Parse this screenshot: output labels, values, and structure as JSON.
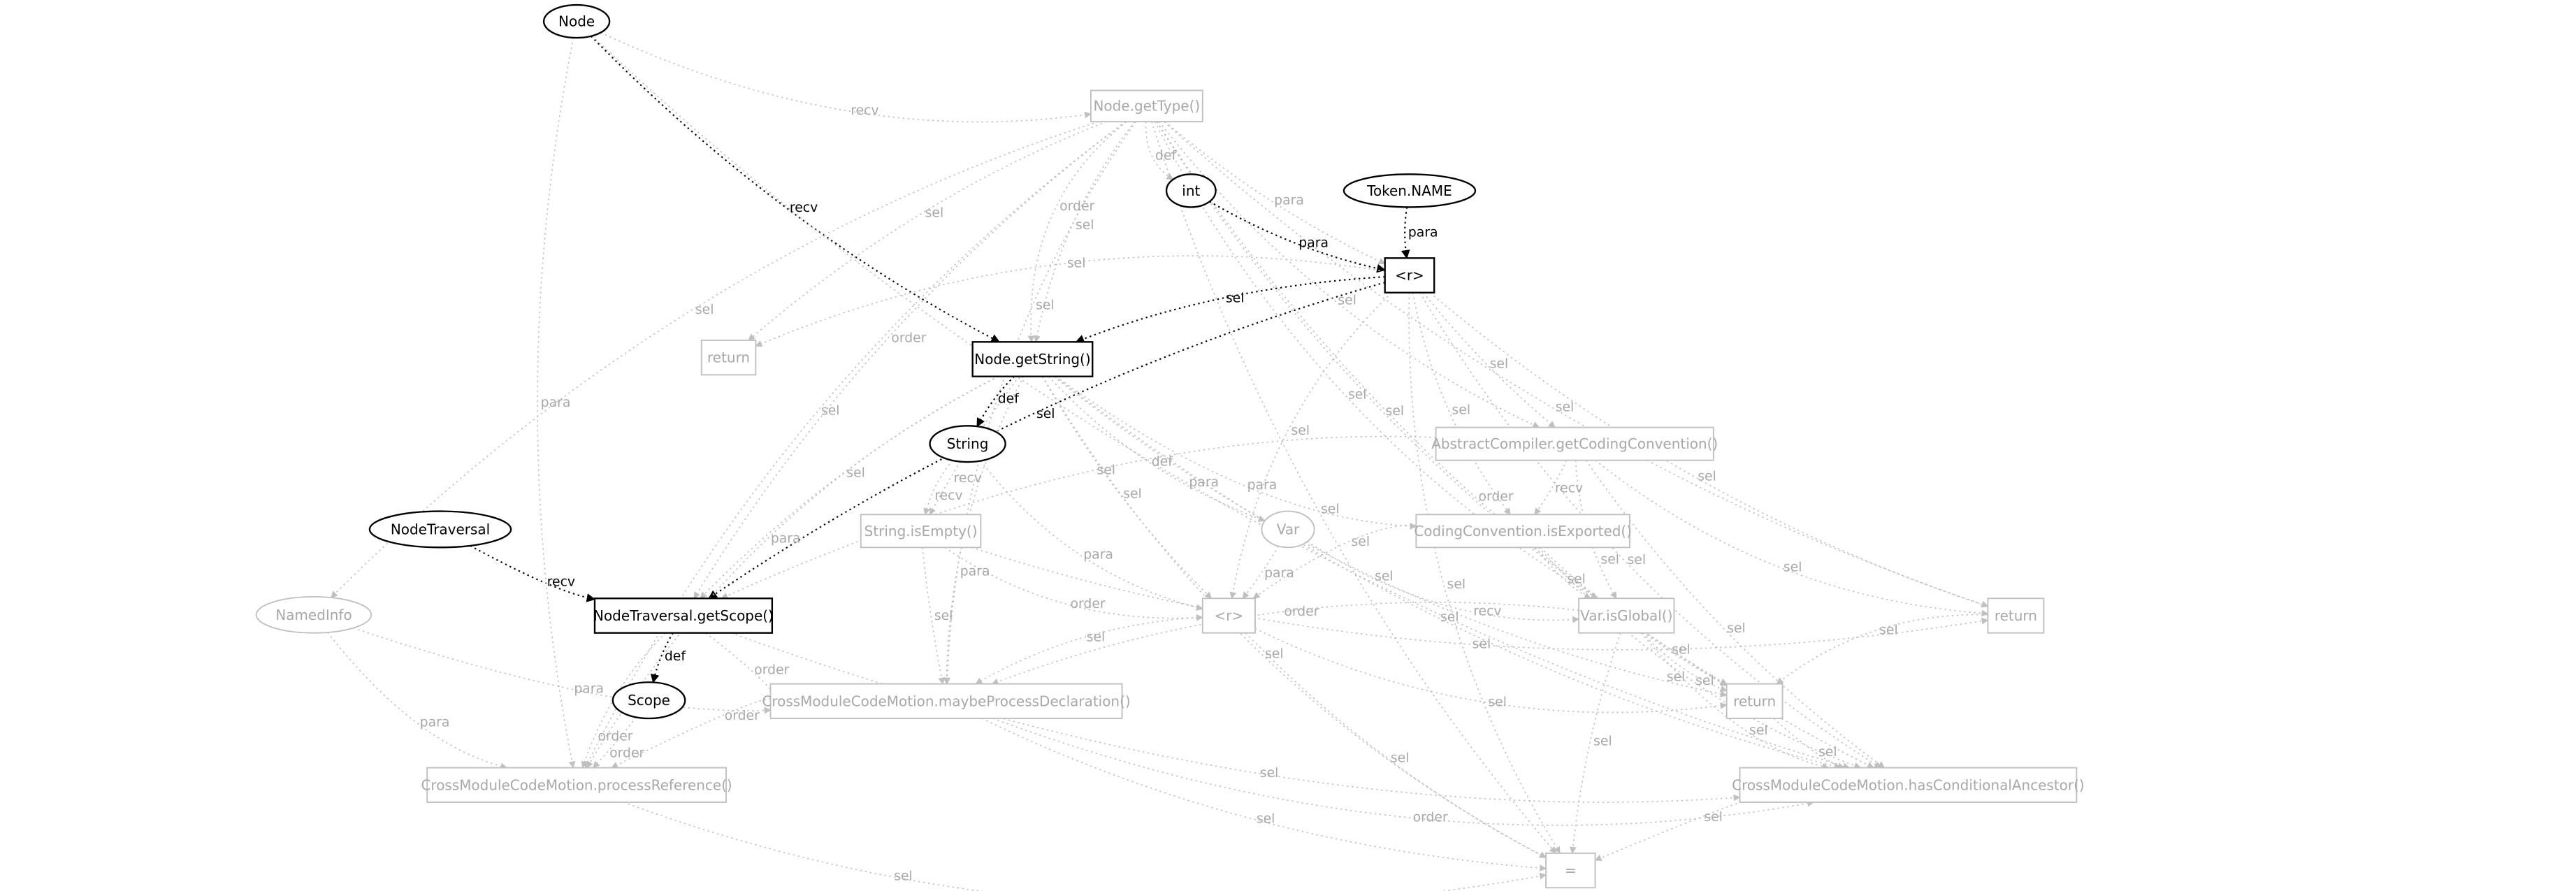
{
  "colors": {
    "active": "#000000",
    "inactive": "#c0c0c0",
    "inactive_text": "#a8a8a8",
    "background": "#ffffff"
  },
  "nodes": {
    "node": {
      "label": "Node",
      "shape": "ellipse",
      "active": true
    },
    "getType": {
      "label": "Node.getType()",
      "shape": "box",
      "active": false
    },
    "int": {
      "label": "int",
      "shape": "ellipse",
      "active": true
    },
    "tokenName": {
      "label": "Token.NAME",
      "shape": "ellipse",
      "active": true
    },
    "r1": {
      "label": "<r>",
      "shape": "box",
      "active": true
    },
    "return1": {
      "label": "return",
      "shape": "box",
      "active": false
    },
    "getString": {
      "label": "Node.getString()",
      "shape": "box",
      "active": true
    },
    "string": {
      "label": "String",
      "shape": "ellipse",
      "active": true
    },
    "getCodingConvention": {
      "label": "AbstractCompiler.getCodingConvention()",
      "shape": "box",
      "active": false
    },
    "nodeTraversal": {
      "label": "NodeTraversal",
      "shape": "ellipse",
      "active": true
    },
    "isEmpty": {
      "label": "String.isEmpty()",
      "shape": "box",
      "active": false
    },
    "var": {
      "label": "Var",
      "shape": "ellipse",
      "active": false
    },
    "isExported": {
      "label": "CodingConvention.isExported()",
      "shape": "box",
      "active": false
    },
    "namedInfo": {
      "label": "NamedInfo",
      "shape": "ellipse",
      "active": false
    },
    "getScope": {
      "label": "NodeTraversal.getScope()",
      "shape": "box",
      "active": true
    },
    "r2": {
      "label": "<r>",
      "shape": "box",
      "active": false
    },
    "isGlobal": {
      "label": "Var.isGlobal()",
      "shape": "box",
      "active": false
    },
    "return2": {
      "label": "return",
      "shape": "box",
      "active": false
    },
    "scope": {
      "label": "Scope",
      "shape": "ellipse",
      "active": true
    },
    "maybeProcessDeclaration": {
      "label": "CrossModuleCodeMotion.maybeProcessDeclaration()",
      "shape": "box",
      "active": false
    },
    "return3": {
      "label": "return",
      "shape": "box",
      "active": false
    },
    "processReference": {
      "label": "CrossModuleCodeMotion.processReference()",
      "shape": "box",
      "active": false
    },
    "hasConditionalAncestor": {
      "label": "CrossModuleCodeMotion.hasConditionalAncestor()",
      "shape": "box",
      "active": false
    },
    "eq": {
      "label": "=",
      "shape": "box",
      "active": false
    }
  },
  "edges": [
    {
      "from": "node",
      "to": "getString",
      "label": "recv",
      "active": true
    },
    {
      "from": "int",
      "to": "r1",
      "label": "para",
      "active": true
    },
    {
      "from": "tokenName",
      "to": "r1",
      "label": "para",
      "active": true
    },
    {
      "from": "r1",
      "to": "getString",
      "label": "sel",
      "active": true
    },
    {
      "from": "r1",
      "to": "getScope",
      "label": "sel",
      "active": true
    },
    {
      "from": "getString",
      "to": "string",
      "label": "def",
      "active": true
    },
    {
      "from": "nodeTraversal",
      "to": "getScope",
      "label": "recv",
      "active": true
    },
    {
      "from": "getScope",
      "to": "scope",
      "label": "def",
      "active": true
    },
    {
      "from": "node",
      "to": "getType",
      "label": "recv",
      "active": false
    },
    {
      "from": "node",
      "to": "processReference",
      "label": "para",
      "active": false
    },
    {
      "from": "node",
      "to": "hasConditionalAncestor",
      "label": "para",
      "active": false
    },
    {
      "from": "getType",
      "to": "int",
      "label": "def",
      "active": false
    },
    {
      "from": "getType",
      "to": "r1",
      "label": "para",
      "active": false
    },
    {
      "from": "getType",
      "to": "getString",
      "label": "sel",
      "active": false
    },
    {
      "from": "getType",
      "to": "getString",
      "label": "order",
      "active": false
    },
    {
      "from": "getType",
      "to": "return1",
      "label": "sel",
      "active": false
    },
    {
      "from": "getType",
      "to": "getCodingConvention",
      "label": "sel",
      "active": false
    },
    {
      "from": "getType",
      "to": "isGlobal",
      "label": "sel",
      "active": false
    },
    {
      "from": "getType",
      "to": "return2",
      "label": "sel",
      "active": false
    },
    {
      "from": "getType",
      "to": "return3",
      "label": "sel",
      "active": false
    },
    {
      "from": "getType",
      "to": "hasConditionalAncestor",
      "label": "order",
      "active": false
    },
    {
      "from": "getType",
      "to": "eq",
      "label": "sel",
      "active": false
    },
    {
      "from": "getType",
      "to": "processReference",
      "label": "sel",
      "active": false
    },
    {
      "from": "getType",
      "to": "maybeProcessDeclaration",
      "label": "sel",
      "active": false
    },
    {
      "from": "getType",
      "to": "getScope",
      "label": "order",
      "active": false
    },
    {
      "from": "getType",
      "to": "namedInfo",
      "label": "sel",
      "active": false
    },
    {
      "from": "r1",
      "to": "return1",
      "label": "sel",
      "active": false
    },
    {
      "from": "r1",
      "to": "getCodingConvention",
      "label": "sel",
      "active": false
    },
    {
      "from": "r1",
      "to": "isExported",
      "label": "sel",
      "active": false
    },
    {
      "from": "r1",
      "to": "r2",
      "label": "sel",
      "active": false
    },
    {
      "from": "r1",
      "to": "return2",
      "label": "sel",
      "active": false
    },
    {
      "from": "r1",
      "to": "hasConditionalAncestor",
      "label": "sel",
      "active": false
    },
    {
      "from": "r1",
      "to": "eq",
      "label": "sel",
      "active": false
    },
    {
      "from": "getString",
      "to": "isEmpty",
      "label": "recv",
      "active": false
    },
    {
      "from": "getString",
      "to": "var",
      "label": "def",
      "active": false
    },
    {
      "from": "getString",
      "to": "isExported",
      "label": "para",
      "active": false
    },
    {
      "from": "getString",
      "to": "r2",
      "label": "sel",
      "active": false
    },
    {
      "from": "getString",
      "to": "maybeProcessDeclaration",
      "label": "para",
      "active": false
    },
    {
      "from": "getString",
      "to": "processReference",
      "label": "para",
      "active": false
    },
    {
      "from": "getString",
      "to": "hasConditionalAncestor",
      "label": "sel",
      "active": false
    },
    {
      "from": "getString",
      "to": "return3",
      "label": "sel",
      "active": false
    },
    {
      "from": "getString",
      "to": "eq",
      "label": "sel",
      "active": false
    },
    {
      "from": "getString",
      "to": "getScope",
      "label": "sel",
      "active": false
    },
    {
      "from": "string",
      "to": "isEmpty",
      "label": "recv",
      "active": false
    },
    {
      "from": "string",
      "to": "r2",
      "label": "para",
      "active": false
    },
    {
      "from": "getCodingConvention",
      "to": "isExported",
      "label": "recv",
      "active": false
    },
    {
      "from": "getCodingConvention",
      "to": "isGlobal",
      "label": "sel",
      "active": false
    },
    {
      "from": "getCodingConvention",
      "to": "return2",
      "label": "sel",
      "active": false
    },
    {
      "from": "getCodingConvention",
      "to": "hasConditionalAncestor",
      "label": "sel",
      "active": false
    },
    {
      "from": "getCodingConvention",
      "to": "getScope",
      "label": "sel",
      "active": false
    },
    {
      "from": "isEmpty",
      "to": "r2",
      "label": "order",
      "active": false
    },
    {
      "from": "isEmpty",
      "to": "maybeProcessDeclaration",
      "label": "sel",
      "active": false
    },
    {
      "from": "isEmpty",
      "to": "return2",
      "label": "sel",
      "active": false
    },
    {
      "from": "var",
      "to": "isGlobal",
      "label": "recv",
      "active": false
    },
    {
      "from": "var",
      "to": "r2",
      "label": "para",
      "active": false
    },
    {
      "from": "isExported",
      "to": "isGlobal",
      "label": "sel",
      "active": false
    },
    {
      "from": "isExported",
      "to": "r2",
      "label": "sel",
      "active": false
    },
    {
      "from": "isExported",
      "to": "return3",
      "label": "sel",
      "active": false
    },
    {
      "from": "isExported",
      "to": "hasConditionalAncestor",
      "label": "sel",
      "active": false
    },
    {
      "from": "namedInfo",
      "to": "processReference",
      "label": "para",
      "active": false
    },
    {
      "from": "namedInfo",
      "to": "maybeProcessDeclaration",
      "label": "para",
      "active": false
    },
    {
      "from": "getScope",
      "to": "processReference",
      "label": "order",
      "active": false
    },
    {
      "from": "getScope",
      "to": "maybeProcessDeclaration",
      "label": "order",
      "active": false
    },
    {
      "from": "getScope",
      "to": "hasConditionalAncestor",
      "label": "sel",
      "active": false
    },
    {
      "from": "r2",
      "to": "maybeProcessDeclaration",
      "label": "sel",
      "active": false
    },
    {
      "from": "r2",
      "to": "return3",
      "label": "sel",
      "active": false
    },
    {
      "from": "r2",
      "to": "eq",
      "label": "sel",
      "active": false
    },
    {
      "from": "isGlobal",
      "to": "return3",
      "label": "sel",
      "active": false
    },
    {
      "from": "isGlobal",
      "to": "hasConditionalAncestor",
      "label": "sel",
      "active": false
    },
    {
      "from": "isGlobal",
      "to": "eq",
      "label": "sel",
      "active": false
    },
    {
      "from": "isGlobal",
      "to": "maybeProcessDeclaration",
      "label": "order",
      "active": false
    },
    {
      "from": "return2",
      "to": "return3",
      "label": "sel",
      "active": false
    },
    {
      "from": "scope",
      "to": "processReference",
      "label": "order",
      "active": false
    },
    {
      "from": "maybeProcessDeclaration",
      "to": "processReference",
      "label": "order",
      "active": false
    },
    {
      "from": "maybeProcessDeclaration",
      "to": "hasConditionalAncestor",
      "label": "order",
      "active": false
    },
    {
      "from": "maybeProcessDeclaration",
      "to": "eq",
      "label": "sel",
      "active": false
    },
    {
      "from": "return3",
      "to": "hasConditionalAncestor",
      "label": "sel",
      "active": false
    },
    {
      "from": "processReference",
      "to": "eq",
      "label": "sel",
      "active": false
    },
    {
      "from": "hasConditionalAncestor",
      "to": "eq",
      "label": "sel",
      "active": false
    }
  ]
}
